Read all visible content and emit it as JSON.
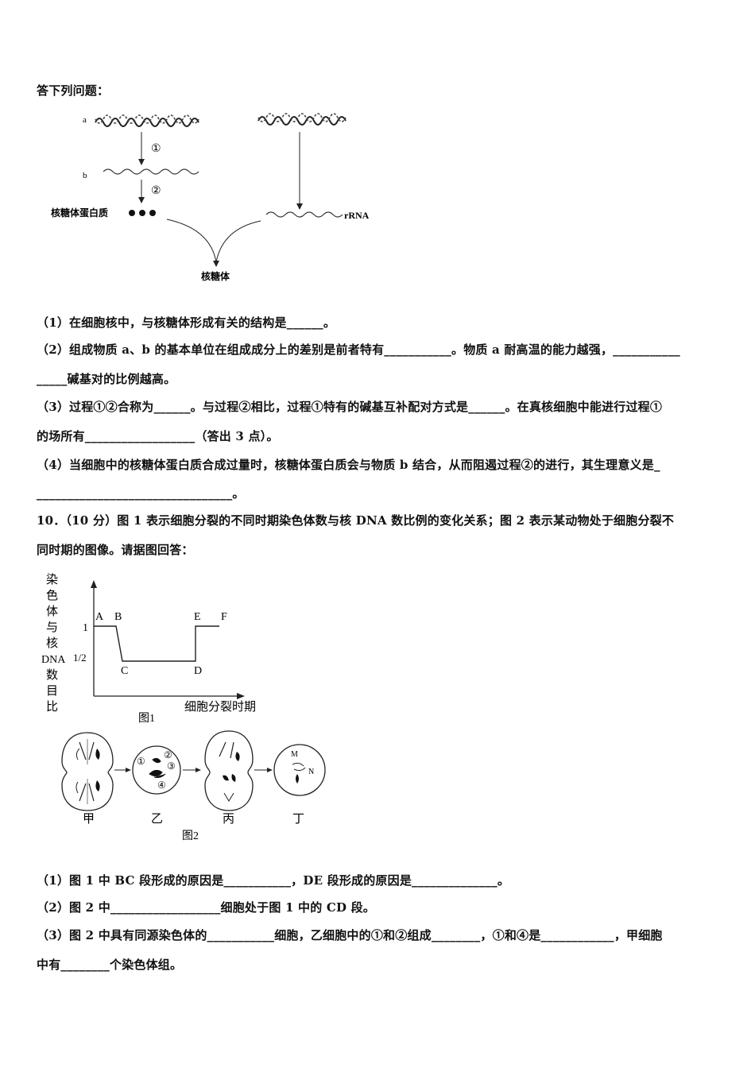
{
  "intro": "答下列问题：",
  "fig_top": {
    "label_a": "a",
    "label_b": "b",
    "step1": "①",
    "step2": "②",
    "protein": "核糖体蛋白质",
    "rrna": "rRNA",
    "ribosome": "核糖体"
  },
  "q9": {
    "p1": "（1）在细胞核中，与核糖体形成有关的结构是______。",
    "p2a": "（2）组成物质 a、b 的基本单位在组成成分上的差别是前者特有___________。物质 a 耐高温的能力越强，___________",
    "p2b": "_____碱基对的比例越高。",
    "p3a": "（3）过程①②合称为______。与过程②相比，过程①特有的碱基互补配对方式是______。在真核细胞中能进行过程①",
    "p3b": "的场所有__________________（答出 3 点）。",
    "p4a": "（4）当细胞中的核糖体蛋白质合成过量时，核糖体蛋白质会与物质 b 结合，从而阻遏过程②的进行，其生理意义是_",
    "p4b": "________________________________。"
  },
  "q10": {
    "stem_a": "10．（10 分）图 1 表示细胞分裂的不同时期染色体数与核 DNA 数比例的变化关系；图 2 表示某动物处于细胞分裂不",
    "stem_b": "同时期的图像。请据图回答："
  },
  "fig1": {
    "ylabel_chars": [
      "染",
      "色",
      "体",
      "与",
      "核",
      "DNA",
      "数",
      "目",
      "比"
    ],
    "xlabel": "细胞分裂时期",
    "caption": "图1",
    "tick_1": "1",
    "tick_half": "1/2",
    "points": [
      "A",
      "B",
      "C",
      "D",
      "E",
      "F"
    ]
  },
  "chart_data": {
    "type": "line",
    "x": [
      "A",
      "B",
      "C",
      "D",
      "E",
      "F"
    ],
    "series": [
      {
        "values": [
          1,
          1,
          0.5,
          0.5,
          1,
          1
        ]
      }
    ],
    "xlabel": "细胞分裂时期",
    "ylabel": "染色体与核DNA数目比",
    "yticks": [
      "1",
      "1/2"
    ]
  },
  "fig2": {
    "cells": [
      "甲",
      "乙",
      "丙",
      "丁"
    ],
    "nums": [
      "①",
      "②",
      "③",
      "④"
    ],
    "m": "M",
    "n": "N",
    "caption": "图2"
  },
  "q10_parts": {
    "p1": "（1）图 1 中 BC 段形成的原因是___________，DE 段形成的原因是______________。",
    "p2": "（2）图 2 中__________________细胞处于图 1 中的 CD 段。",
    "p3a": "（3）图 2 中具有同源染色体的___________细胞，乙细胞中的①和②组成________，①和④是____________，甲细胞",
    "p3b": "中有________个染色体组。"
  }
}
